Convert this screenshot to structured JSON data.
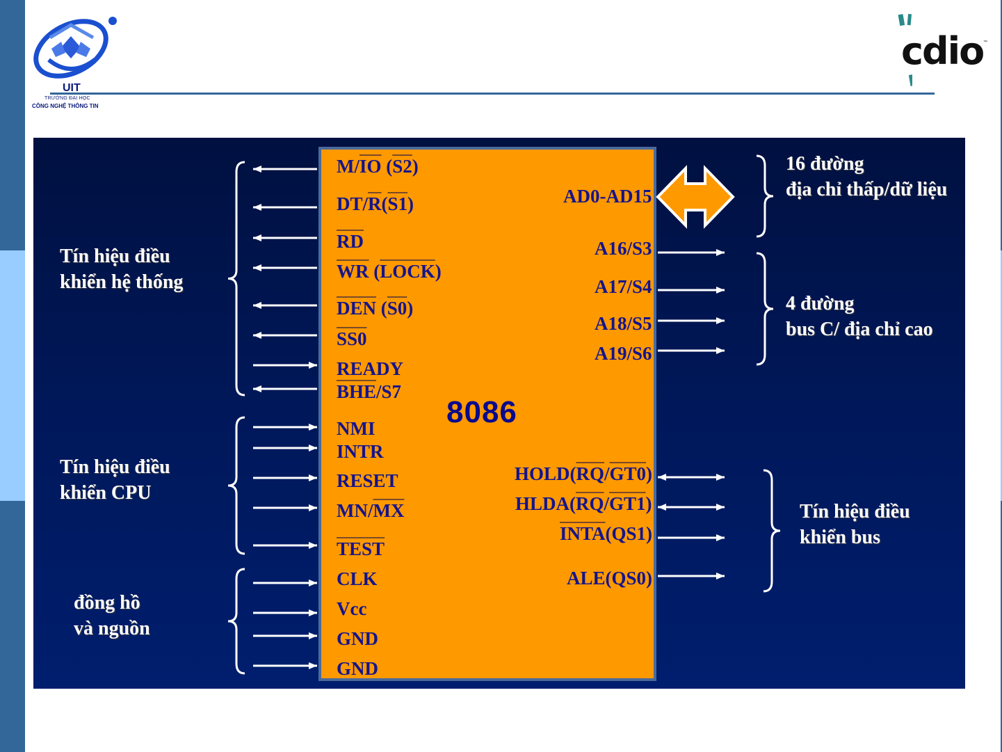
{
  "slide": {
    "logos": {
      "uit": {
        "name": "UIT",
        "line1": "TRƯỜNG ĐẠI HỌC",
        "line2": "CÔNG NGHỆ THÔNG TIN"
      },
      "cdio": {
        "name": "cdio",
        "tm": "™"
      }
    },
    "colors": {
      "sidebar_dark": "#336699",
      "sidebar_light": "#99ccff",
      "diagram_bg": "#00185a",
      "chip_fill": "#ff9900",
      "pin_text": "#14148c",
      "arrow": "#ffffff"
    }
  },
  "diagram": {
    "chip_name": "8086",
    "left_pins": [
      {
        "parts": [
          {
            "t": "M/"
          },
          {
            "t": "IO",
            "ov": true
          },
          {
            "t": " ("
          },
          {
            "t": "S2",
            "ov": true
          },
          {
            "t": ")"
          }
        ],
        "direction": "out"
      },
      {
        "parts": [
          {
            "t": "DT/"
          },
          {
            "t": "R",
            "ov": true
          },
          {
            "t": "("
          },
          {
            "t": "S1",
            "ov": true
          },
          {
            "t": ")"
          }
        ],
        "direction": "out"
      },
      {
        "parts": [
          {
            "t": "RD",
            "ov": true
          }
        ],
        "direction": "out"
      },
      {
        "parts": [
          {
            "t": "WR",
            "ov": true
          },
          {
            "t": " ("
          },
          {
            "t": "LOCK",
            "ov": true
          },
          {
            "t": ")"
          }
        ],
        "direction": "out"
      },
      {
        "parts": [
          {
            "t": "DEN",
            "ov": true
          },
          {
            "t": " ("
          },
          {
            "t": "S0",
            "ov": true
          },
          {
            "t": ")"
          }
        ],
        "direction": "out"
      },
      {
        "parts": [
          {
            "t": "SS0",
            "ov": true
          }
        ],
        "direction": "out"
      },
      {
        "parts": [
          {
            "t": "READY"
          }
        ],
        "direction": "in"
      },
      {
        "parts": [
          {
            "t": "BHE",
            "ov": true
          },
          {
            "t": "/S7"
          }
        ],
        "direction": "out"
      },
      {
        "parts": [
          {
            "t": "NMI"
          }
        ],
        "direction": "in"
      },
      {
        "parts": [
          {
            "t": "INTR"
          }
        ],
        "direction": "in"
      },
      {
        "parts": [
          {
            "t": "RESET"
          }
        ],
        "direction": "in"
      },
      {
        "parts": [
          {
            "t": "MN/"
          },
          {
            "t": "MX",
            "ov": true
          }
        ],
        "direction": "in"
      },
      {
        "parts": [
          {
            "t": "TEST",
            "ov": true
          }
        ],
        "direction": "in"
      },
      {
        "parts": [
          {
            "t": "CLK"
          }
        ],
        "direction": "in"
      },
      {
        "parts": [
          {
            "t": "Vcc"
          }
        ],
        "direction": "in"
      },
      {
        "parts": [
          {
            "t": "GND"
          }
        ],
        "direction": "in"
      },
      {
        "parts": [
          {
            "t": "GND"
          }
        ],
        "direction": "in"
      }
    ],
    "right_pins": [
      {
        "parts": [
          {
            "t": "AD0-AD15"
          }
        ],
        "direction": "bus"
      },
      {
        "parts": [
          {
            "t": "A16/S3"
          }
        ],
        "direction": "out"
      },
      {
        "parts": [
          {
            "t": "A17/S4"
          }
        ],
        "direction": "out"
      },
      {
        "parts": [
          {
            "t": "A18/S5"
          }
        ],
        "direction": "out"
      },
      {
        "parts": [
          {
            "t": "A19/S6"
          }
        ],
        "direction": "out"
      },
      {
        "parts": [
          {
            "t": "HOLD("
          },
          {
            "t": "RQ",
            "ov": true
          },
          {
            "t": "/"
          },
          {
            "t": "GT0",
            "ov": true
          },
          {
            "t": ")"
          }
        ],
        "direction": "both"
      },
      {
        "parts": [
          {
            "t": "HLDA("
          },
          {
            "t": "RQ",
            "ov": true
          },
          {
            "t": "/"
          },
          {
            "t": "GT1",
            "ov": true
          },
          {
            "t": ")"
          }
        ],
        "direction": "both"
      },
      {
        "parts": [
          {
            "t": "INTA",
            "ov": true
          },
          {
            "t": "(QS1)"
          }
        ],
        "direction": "out"
      },
      {
        "parts": [
          {
            "t": "ALE(QS0)"
          }
        ],
        "direction": "out"
      }
    ],
    "groups": {
      "system_control": {
        "line1": "Tín hiệu điều",
        "line2": "khiển hệ thống"
      },
      "cpu_control": {
        "line1": "Tín hiệu điều",
        "line2": "khiển CPU"
      },
      "clock_power": {
        "line1": "đồng hồ",
        "line2": "và nguồn"
      },
      "addr_data_low": {
        "line1": "16 đường",
        "line2": "địa chỉ thấp/dữ liệu"
      },
      "addr_high": {
        "line1": "4 đường",
        "line2": "bus C/ địa chỉ cao"
      },
      "bus_control": {
        "line1": "Tín hiệu điều",
        "line2": "khiển bus"
      }
    }
  }
}
